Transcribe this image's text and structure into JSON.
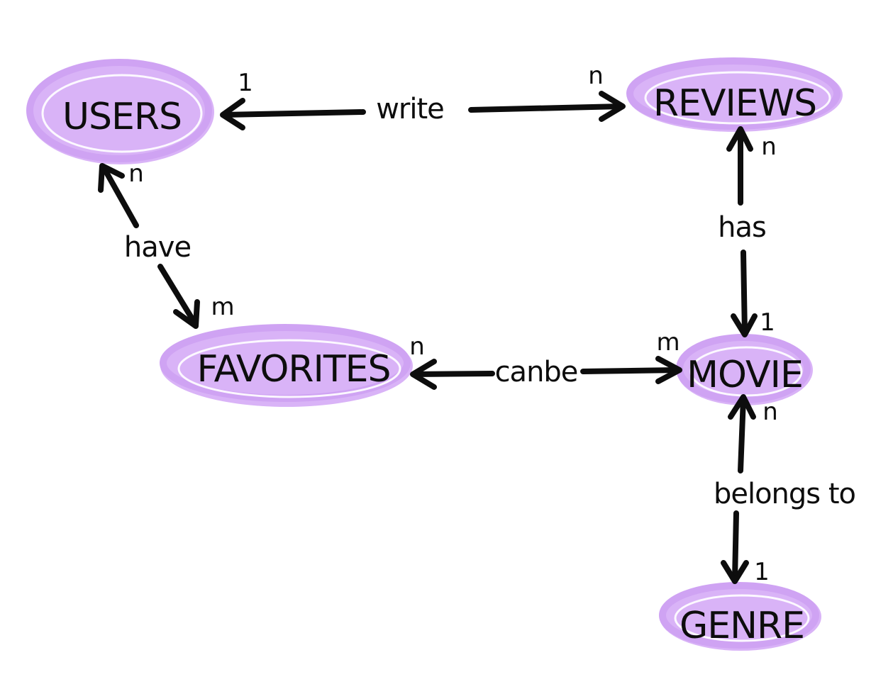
{
  "colors": {
    "highlight": "#d9b3f7",
    "ink": "#0d0d0d",
    "background": "#ffffff"
  },
  "entities": {
    "users": "USERS",
    "reviews": "REVIEWS",
    "favorites": "FAVORITES",
    "movie": "MOVIE",
    "genre": "GENRE"
  },
  "relationships": {
    "write": "write",
    "have": "have",
    "has": "has",
    "canbe": "canbe",
    "belongs_to": "belongs to"
  },
  "cardinalities": {
    "users_write": "1",
    "reviews_write": "n",
    "users_have": "n",
    "favorites_have": "m",
    "reviews_has": "n",
    "movie_has": "1",
    "favorites_canbe": "n",
    "movie_canbe": "m",
    "movie_belongs": "n",
    "genre_belongs": "1"
  }
}
